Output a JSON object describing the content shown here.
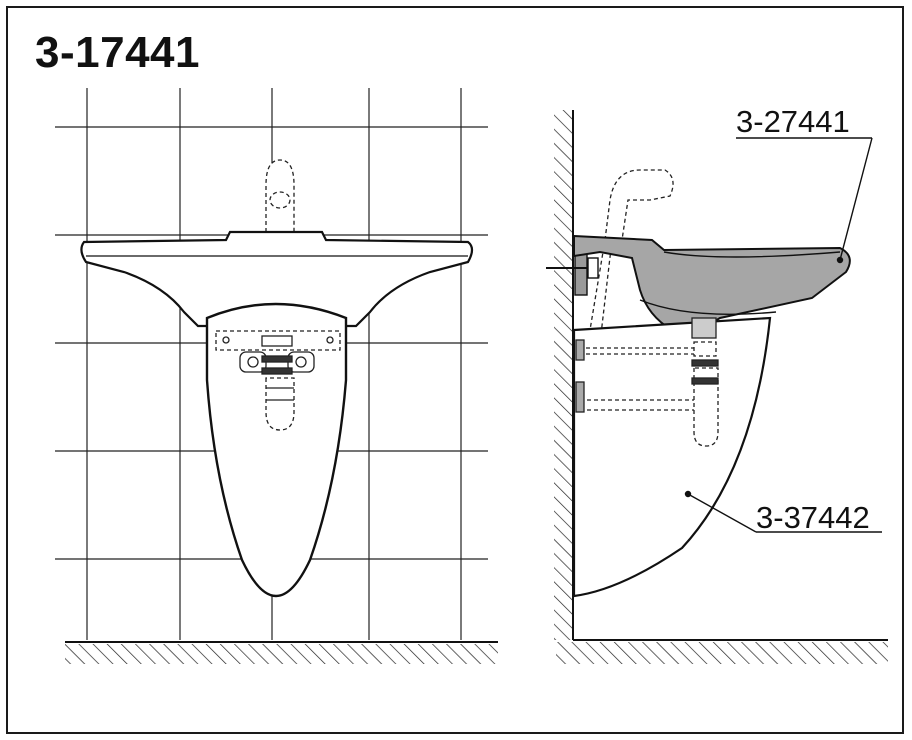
{
  "diagram": {
    "title": "3-17441",
    "callouts": {
      "pedestal_label": "3-27441",
      "semi_pedestal_label": "3-37442"
    }
  }
}
